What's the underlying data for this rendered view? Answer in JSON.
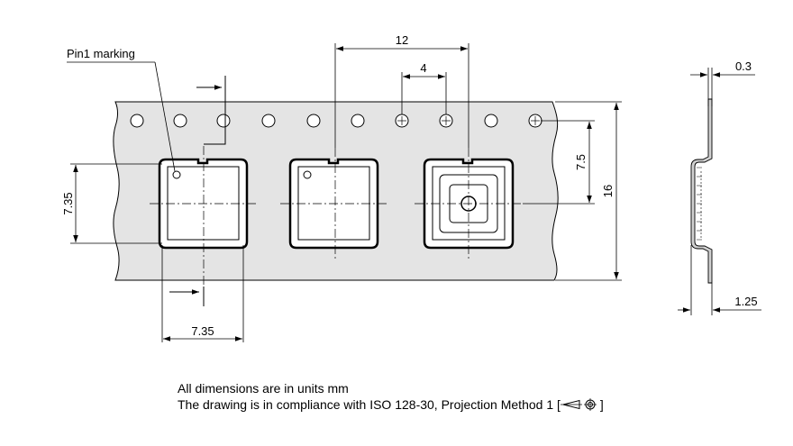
{
  "callouts": {
    "pin1": "Pin1 marking"
  },
  "dimensions": {
    "pitch": "12",
    "hole_pitch": "4",
    "tape_thickness": "0.3",
    "pocket_offset": "7.5",
    "tape_width": "16",
    "pocket_height": "7.35",
    "pocket_width": "7.35",
    "pocket_depth": "1.25"
  },
  "notes": {
    "units": "All dimensions are in units mm",
    "compliance": "The drawing is in compliance with ISO 128-30, Projection Method 1 ["
  }
}
